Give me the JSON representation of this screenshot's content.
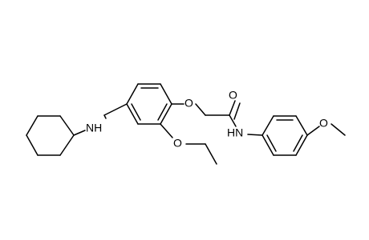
{
  "diagram": {
    "atom_labels": {
      "amine_nh": "NH",
      "ether_o": "O",
      "carbonyl_o": "O",
      "amide_nh": "HN",
      "methoxy_o": "O"
    },
    "line_color": "#000000",
    "background_color": "#ffffff"
  }
}
